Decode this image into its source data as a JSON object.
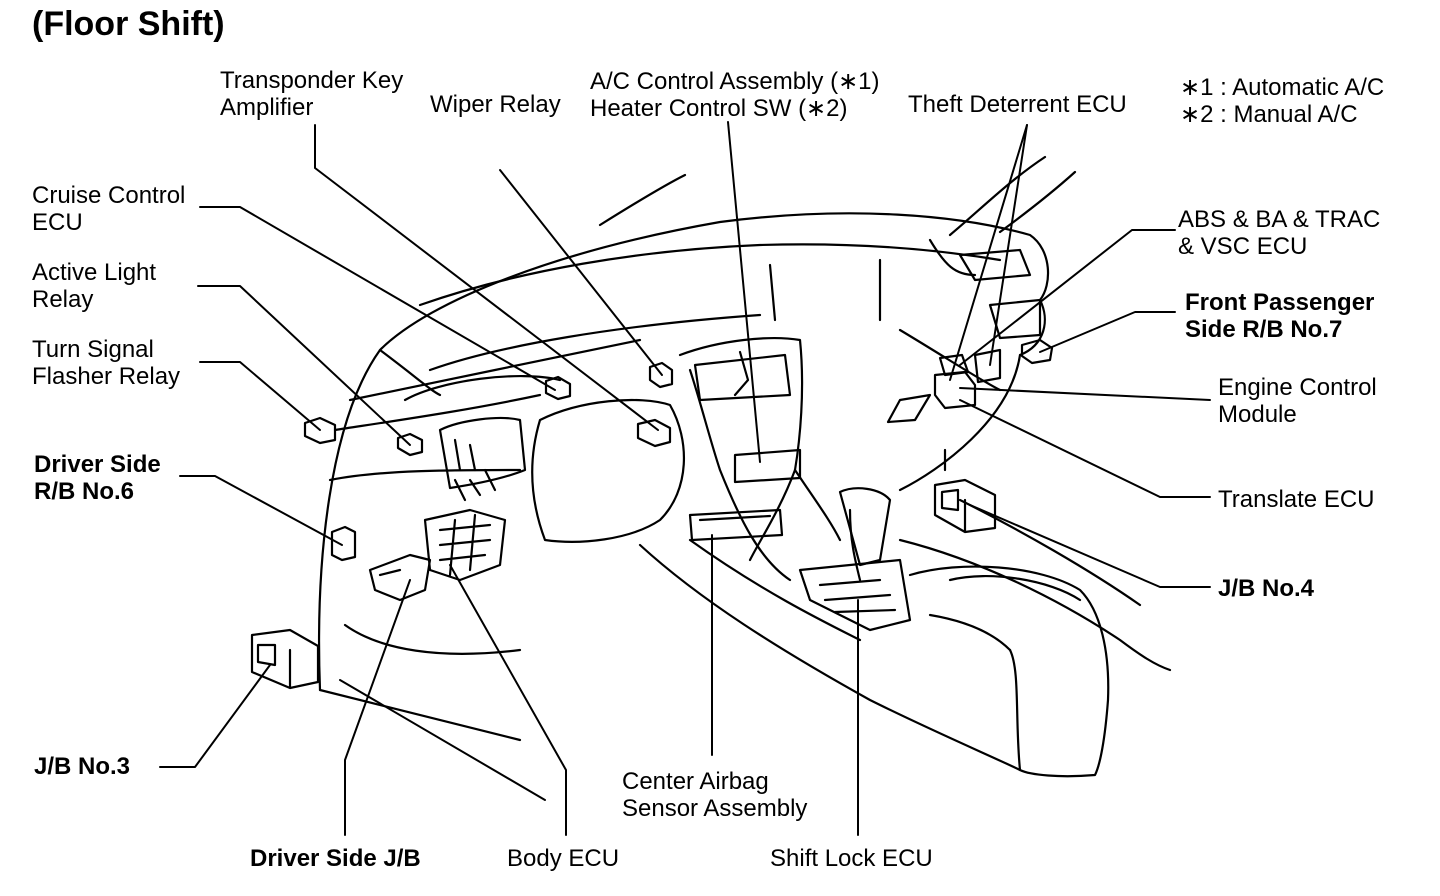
{
  "title": "(Floor Shift)",
  "legend": {
    "note1": "∗1 : Automatic A/C",
    "note2": "∗2 : Manual A/C"
  },
  "labels": {
    "transponder_key_amplifier": [
      "Transponder Key",
      "Amplifier"
    ],
    "wiper_relay": "Wiper Relay",
    "ac_control": [
      "A/C Control Assembly (∗1)",
      "Heater Control SW (∗2)"
    ],
    "theft_deterrent_ecu": "Theft Deterrent ECU",
    "cruise_control_ecu": [
      "Cruise Control",
      "ECU"
    ],
    "active_light_relay": [
      "Active Light",
      "Relay"
    ],
    "turn_signal_flasher_relay": [
      "Turn Signal",
      "Flasher Relay"
    ],
    "driver_side_rb6": [
      "Driver Side",
      "R/B No.6"
    ],
    "jb3": "J/B No.3",
    "driver_side_jb": "Driver Side J/B",
    "body_ecu": "Body ECU",
    "center_airbag": [
      "Center Airbag",
      "Sensor Assembly"
    ],
    "shift_lock_ecu": "Shift Lock ECU",
    "abs_ecu": [
      "ABS & BA & TRAC",
      "& VSC ECU"
    ],
    "front_passenger_rb7": [
      "Front Passenger",
      "Side R/B No.7"
    ],
    "engine_control_module": [
      "Engine Control",
      "Module"
    ],
    "translate_ecu": "Translate ECU",
    "jb4": "J/B No.4"
  }
}
